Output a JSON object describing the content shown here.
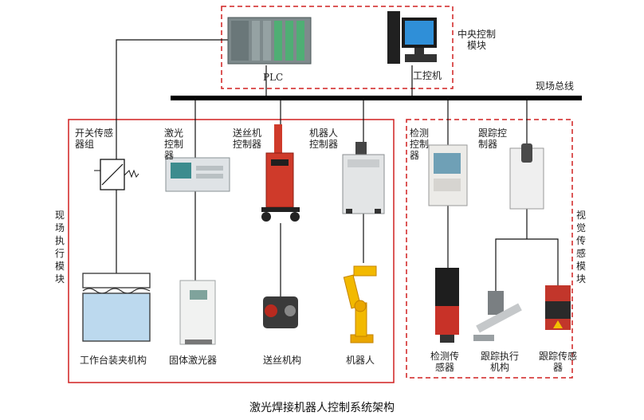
{
  "central": {
    "plc_label": "PLC",
    "ipc_label": "工控机",
    "module_label": "中央控制模块"
  },
  "bus": {
    "label": "现场总线"
  },
  "field_module": {
    "side_label": "现场执行模块",
    "controllers": [
      {
        "label": "开关传感器组"
      },
      {
        "label": "激光控制器"
      },
      {
        "label": "送丝机控制器"
      },
      {
        "label": "机器人控制器"
      }
    ],
    "devices": [
      {
        "label": "工作台装夹机构"
      },
      {
        "label": "固体激光器"
      },
      {
        "label": "送丝机构"
      },
      {
        "label": "机器人"
      }
    ]
  },
  "vision_module": {
    "side_label": "视觉传感模块",
    "controllers": [
      {
        "label": "检测控制器"
      },
      {
        "label": "跟踪控制器"
      }
    ],
    "devices": [
      {
        "label": "检测传感器"
      },
      {
        "label": "跟踪执行机构"
      },
      {
        "label": "跟踪传感器"
      }
    ]
  },
  "caption": "激光焊接机器人控制系统架构"
}
